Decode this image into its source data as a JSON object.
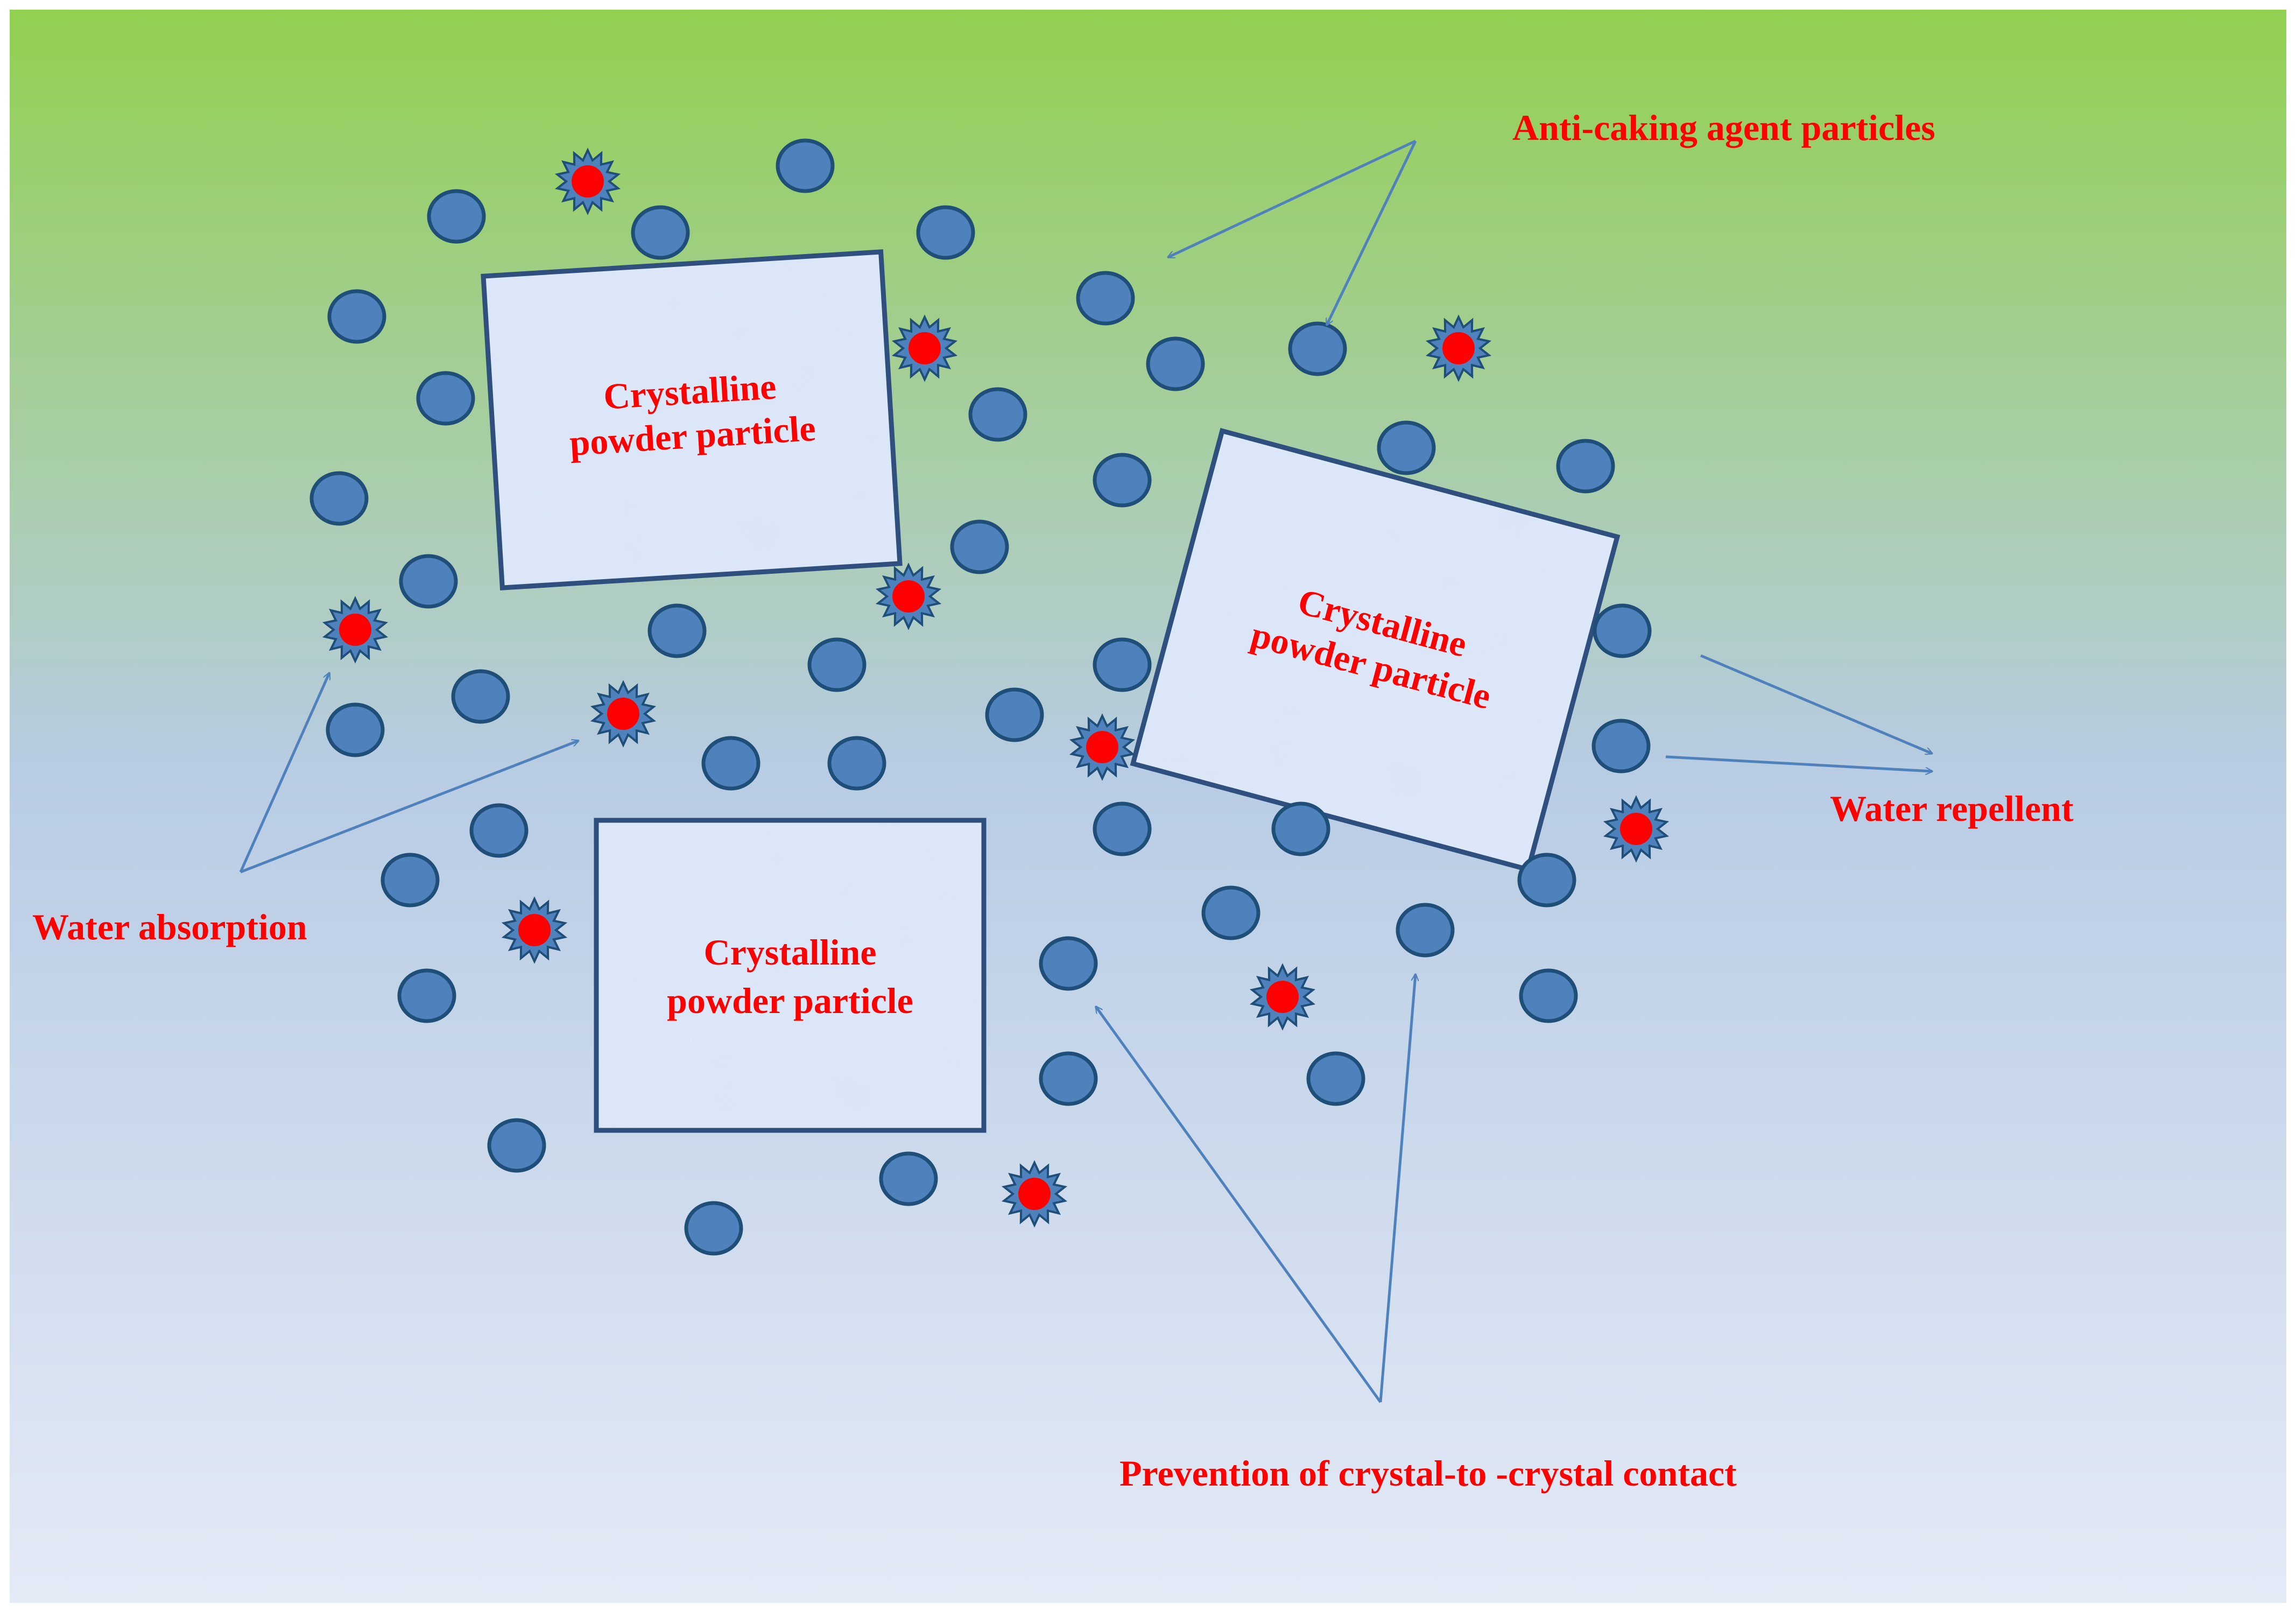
{
  "labels": {
    "anti_caking": "Anti-caking agent particles",
    "water_repellent": "Water repellent",
    "water_absorption": "Water absorption",
    "prevention": "Prevention of crystal-to -crystal contact"
  },
  "crystals": [
    {
      "line1": "Crystalline",
      "line2": "powder particle"
    },
    {
      "line1": "Crystalline",
      "line2": "powder particle"
    },
    {
      "line1": "Crystalline",
      "line2": "powder particle"
    }
  ],
  "colors": {
    "bg_top": "#92d050",
    "bg_mid": "#b8cce4",
    "bg_bottom": "#e4eaf6",
    "label_text": "#ff0000",
    "arrow": "#4f81bd",
    "particle_fill": "#4f81bd",
    "particle_stroke": "#1f4e79",
    "absorber_core": "#ff0000",
    "absorber_star": "#4f81bd",
    "crystal_border": "#2f4f7f"
  },
  "legend_icons": {
    "repellent": "blue-circle-particle",
    "absorber": "red-core-star-particle",
    "crystal": "textured-rectangle"
  }
}
